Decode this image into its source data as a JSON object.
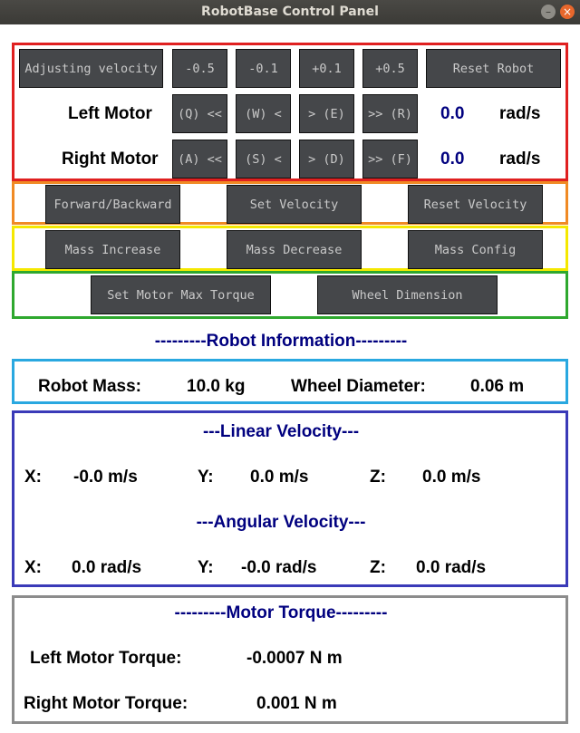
{
  "window": {
    "title": "RobotBase Control Panel",
    "minimize_glyph": "–",
    "close_glyph": "×"
  },
  "motor_controls": {
    "adjusting_velocity": "Adjusting velocity",
    "steps": [
      "-0.5",
      "-0.1",
      "+0.1",
      "+0.5"
    ],
    "reset_robot": "Reset Robot",
    "left_motor": {
      "label": "Left Motor",
      "keys": [
        "(Q) <<",
        "(W) <",
        "> (E)",
        ">> (R)"
      ],
      "value": "0.0",
      "unit": "rad/s"
    },
    "right_motor": {
      "label": "Right Motor",
      "keys": [
        "(A) <<",
        "(S) <",
        "> (D)",
        ">> (F)"
      ],
      "value": "0.0",
      "unit": "rad/s"
    }
  },
  "velocity_row": {
    "forward_backward": "Forward/Backward",
    "set_velocity": "Set Velocity",
    "reset_velocity": "Reset Velocity"
  },
  "mass_row": {
    "mass_increase": "Mass Increase",
    "mass_decrease": "Mass Decrease",
    "mass_config": "Mass Config"
  },
  "config_row": {
    "set_motor_max_torque": "Set Motor Max Torque",
    "wheel_dimension": "Wheel Dimension"
  },
  "robot_info": {
    "heading": "---------Robot Information---------",
    "mass_label": "Robot Mass:",
    "mass_value": "10.0 kg",
    "diameter_label": "Wheel Diameter:",
    "diameter_value": "0.06 m"
  },
  "velocity": {
    "linear_heading": "---Linear Velocity---",
    "linear": {
      "x_label": "X:",
      "x": "-0.0 m/s",
      "y_label": "Y:",
      "y": "0.0 m/s",
      "z_label": "Z:",
      "z": "0.0 m/s"
    },
    "angular_heading": "---Angular Velocity---",
    "angular": {
      "x_label": "X:",
      "x": "0.0 rad/s",
      "y_label": "Y:",
      "y": "-0.0 rad/s",
      "z_label": "Z:",
      "z": "0.0 rad/s"
    }
  },
  "torque": {
    "heading": "---------Motor Torque---------",
    "left_label": "Left Motor Torque:",
    "left_value": "-0.0007 N m",
    "right_label": "Right Motor Torque:",
    "right_value": "0.001 N m"
  },
  "colors": {
    "red_frame": "#e02020",
    "orange_frame": "#f08a24",
    "yellow_frame": "#f5e800",
    "green_frame": "#2ea82e",
    "cyan_frame": "#29a8e0",
    "blue_frame": "#3a3ab8",
    "gray_frame": "#8c8c8c",
    "heading_blue": "#00007f",
    "button_bg": "#45474a"
  }
}
